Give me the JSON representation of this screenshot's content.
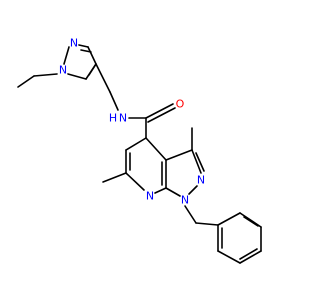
{
  "colors": {
    "background": "#ffffff",
    "bond": "#000000",
    "nitrogen": "#0000ff",
    "oxygen": "#ff0000"
  },
  "atom_labels": {
    "n_pyrazole_ring_top": "N",
    "n_pyrazole_ring_ethyl": "N",
    "nh_amide": "N",
    "h_amide": "H",
    "o_carbonyl": "O",
    "n_pyrazolo_n2": "N",
    "n_pyridine": "N",
    "n_pyrazolo_n1": "N"
  }
}
